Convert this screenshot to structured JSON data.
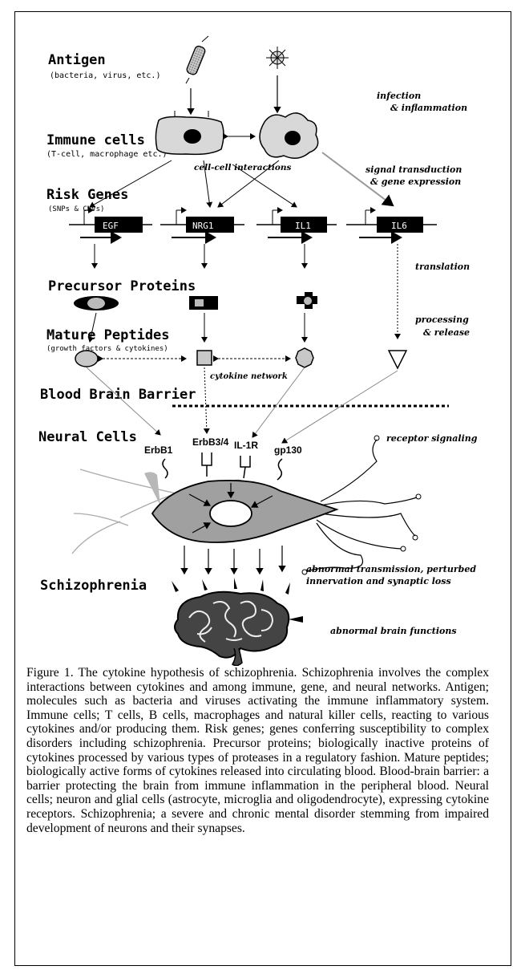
{
  "diagram": {
    "levels": {
      "antigen": "Antigen",
      "antigen_sub": "(bacteria, virus, etc.)",
      "immune_cells": "Immune cells",
      "immune_cells_sub": "(T-cell, macrophage etc.)",
      "risk_genes": "Risk Genes",
      "risk_genes_sub": "(SNPs & CNVs)",
      "precursor_proteins": "Precursor Proteins",
      "mature_peptides": "Mature Peptides",
      "mature_peptides_sub": "(growth factors & cytokines)",
      "bbb": "Blood Brain Barrier",
      "neural_cells": "Neural Cells",
      "schizophrenia": "Schizophrenia"
    },
    "genes": [
      "EGF",
      "NRG1",
      "IL1",
      "IL6"
    ],
    "receptors": [
      "ErbB1",
      "ErbB3/4",
      "IL-1R",
      "gp130"
    ],
    "annotations": {
      "infection": "infection",
      "inflammation": "& inflammation",
      "cell_interactions": "cell-cell interactions",
      "signal_transduction": "signal transduction",
      "gene_expression": "& gene expression",
      "translation": "translation",
      "processing": "processing",
      "release": "& release",
      "cytokine_network": "cytokine network",
      "receptor_signaling": "receptor signaling",
      "abnormal_transmission": "abnormal transmission, perturbed",
      "innervation": "innervation and synaptic loss",
      "abnormal_brain": "abnormal brain functions"
    }
  },
  "caption": "Figure 1. The cytokine hypothesis of schizophrenia. Schizophrenia involves the complex interactions between cytokines and among immune, gene, and neural networks. Antigen; molecules such as bacteria and viruses activating the immune inflammatory system. Immune cells; T cells, B cells, macrophages and natural killer cells, reacting to various cytokines and/or producing them. Risk genes; genes conferring susceptibility to complex disorders including schizophrenia. Precursor proteins; biologically inactive proteins of cytokines processed by various types of proteases in a regulatory fashion. Mature peptides; biologically active forms of cytokines released into circulating blood. Blood-brain barrier: a barrier protecting the brain from immune inflammation in the peripheral blood. Neural cells; neuron and glial cells (astrocyte, microglia and oligodendrocyte), expressing cytokine receptors. Schizophrenia; a severe and chronic mental disorder stemming from impaired development of neurons and their synapses."
}
